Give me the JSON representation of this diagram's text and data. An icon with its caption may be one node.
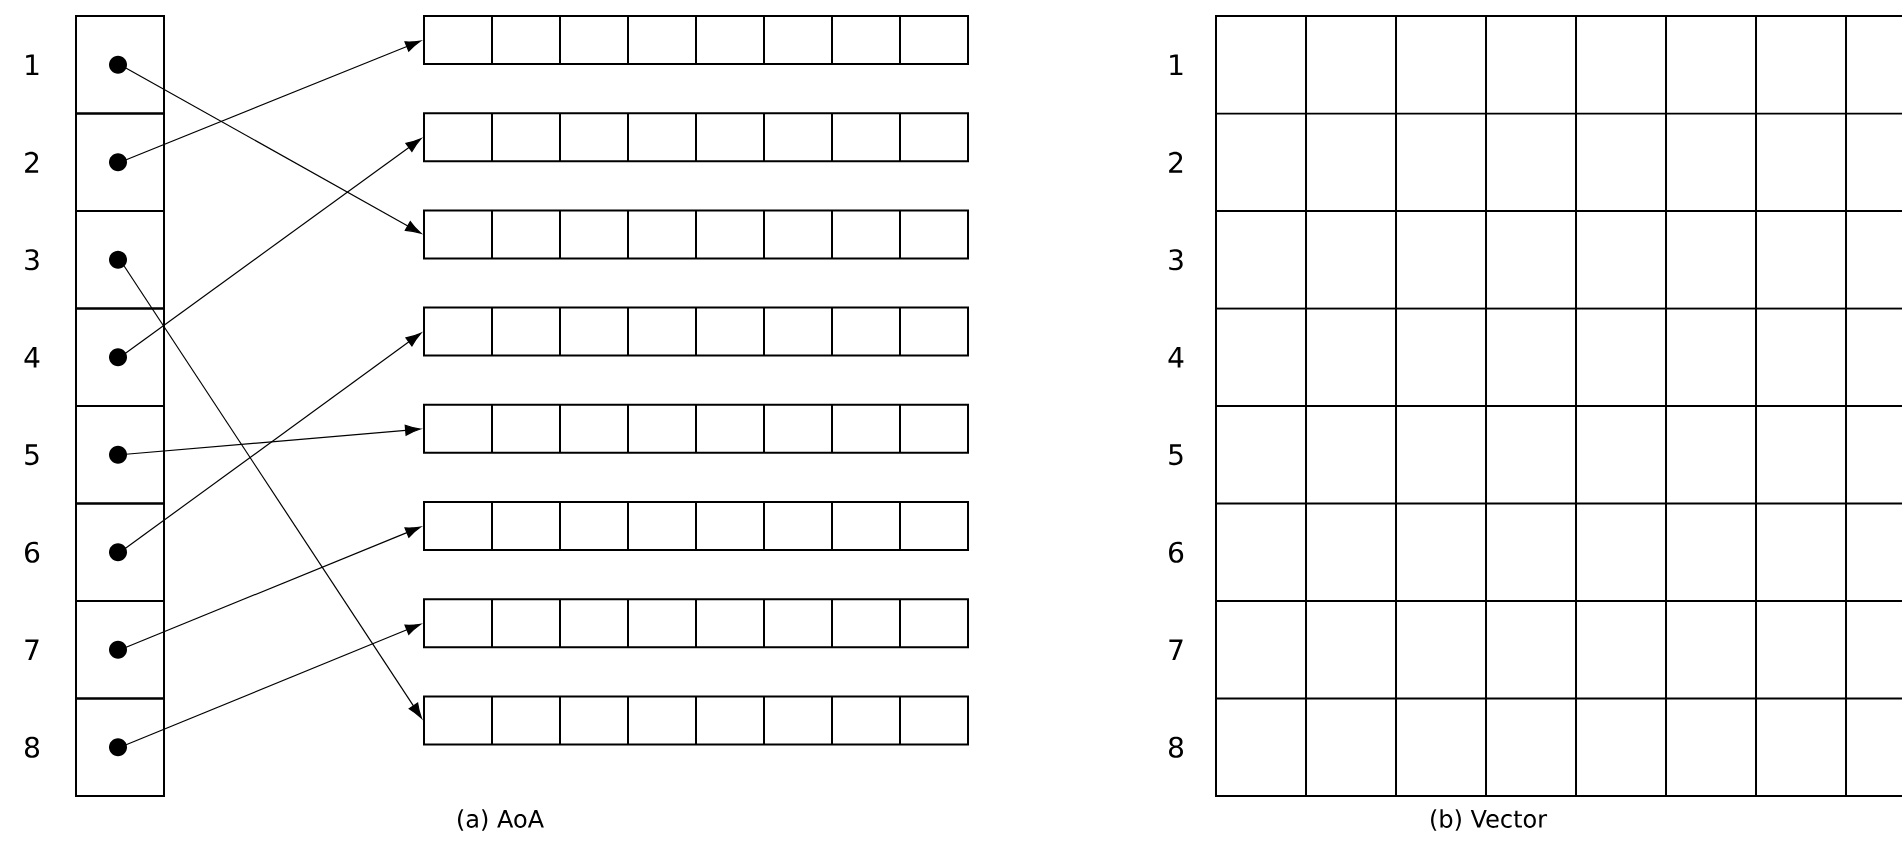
{
  "diagram": {
    "nodes": [
      {
        "text": [],
        "shape": "box",
        "beside": [
          "1"
        ]
      },
      {
        "text": [],
        "shape": "box",
        "beside": [
          "2"
        ]
      },
      {
        "text": [],
        "shape": "box",
        "beside": [
          "3"
        ]
      },
      {
        "text": [],
        "shape": "box",
        "beside": [
          "4"
        ]
      },
      {
        "text": [],
        "shape": "box",
        "beside": [
          "5"
        ]
      },
      {
        "text": [],
        "shape": "box",
        "beside": [
          "6"
        ]
      },
      {
        "text": [],
        "shape": "box",
        "beside": [
          "7"
        ]
      },
      {
        "text": [],
        "shape": "box",
        "beside": [
          "8"
        ]
      },
      {
        "text": [],
        "shape": "bar"
      },
      {
        "text": [],
        "shape": "bar"
      },
      {
        "text": [],
        "shape": "bar"
      },
      {
        "text": [],
        "shape": "bar"
      },
      {
        "text": [],
        "shape": "bar"
      },
      {
        "text": [],
        "shape": "bar"
      },
      {
        "text": [],
        "shape": "bar"
      },
      {
        "text": [],
        "shape": "bar"
      }
    ],
    "edges": [
      {
        "from": 0,
        "to": 10,
        "arrow": "to"
      },
      {
        "from": 1,
        "to": 8,
        "arrow": "to"
      },
      {
        "from": 2,
        "to": 15,
        "arrow": "to"
      },
      {
        "from": 3,
        "to": 9,
        "arrow": "to"
      },
      {
        "from": 4,
        "to": 12,
        "arrow": "to"
      },
      {
        "from": 5,
        "to": 11,
        "arrow": "to"
      },
      {
        "from": 6,
        "to": 13,
        "arrow": "to"
      },
      {
        "from": 7,
        "to": 14,
        "arrow": "to"
      }
    ],
    "labels": [
      "1",
      "2",
      "3",
      "4",
      "5",
      "6",
      "7",
      "8",
      "(a) AoA",
      "(b) Vector"
    ]
  }
}
